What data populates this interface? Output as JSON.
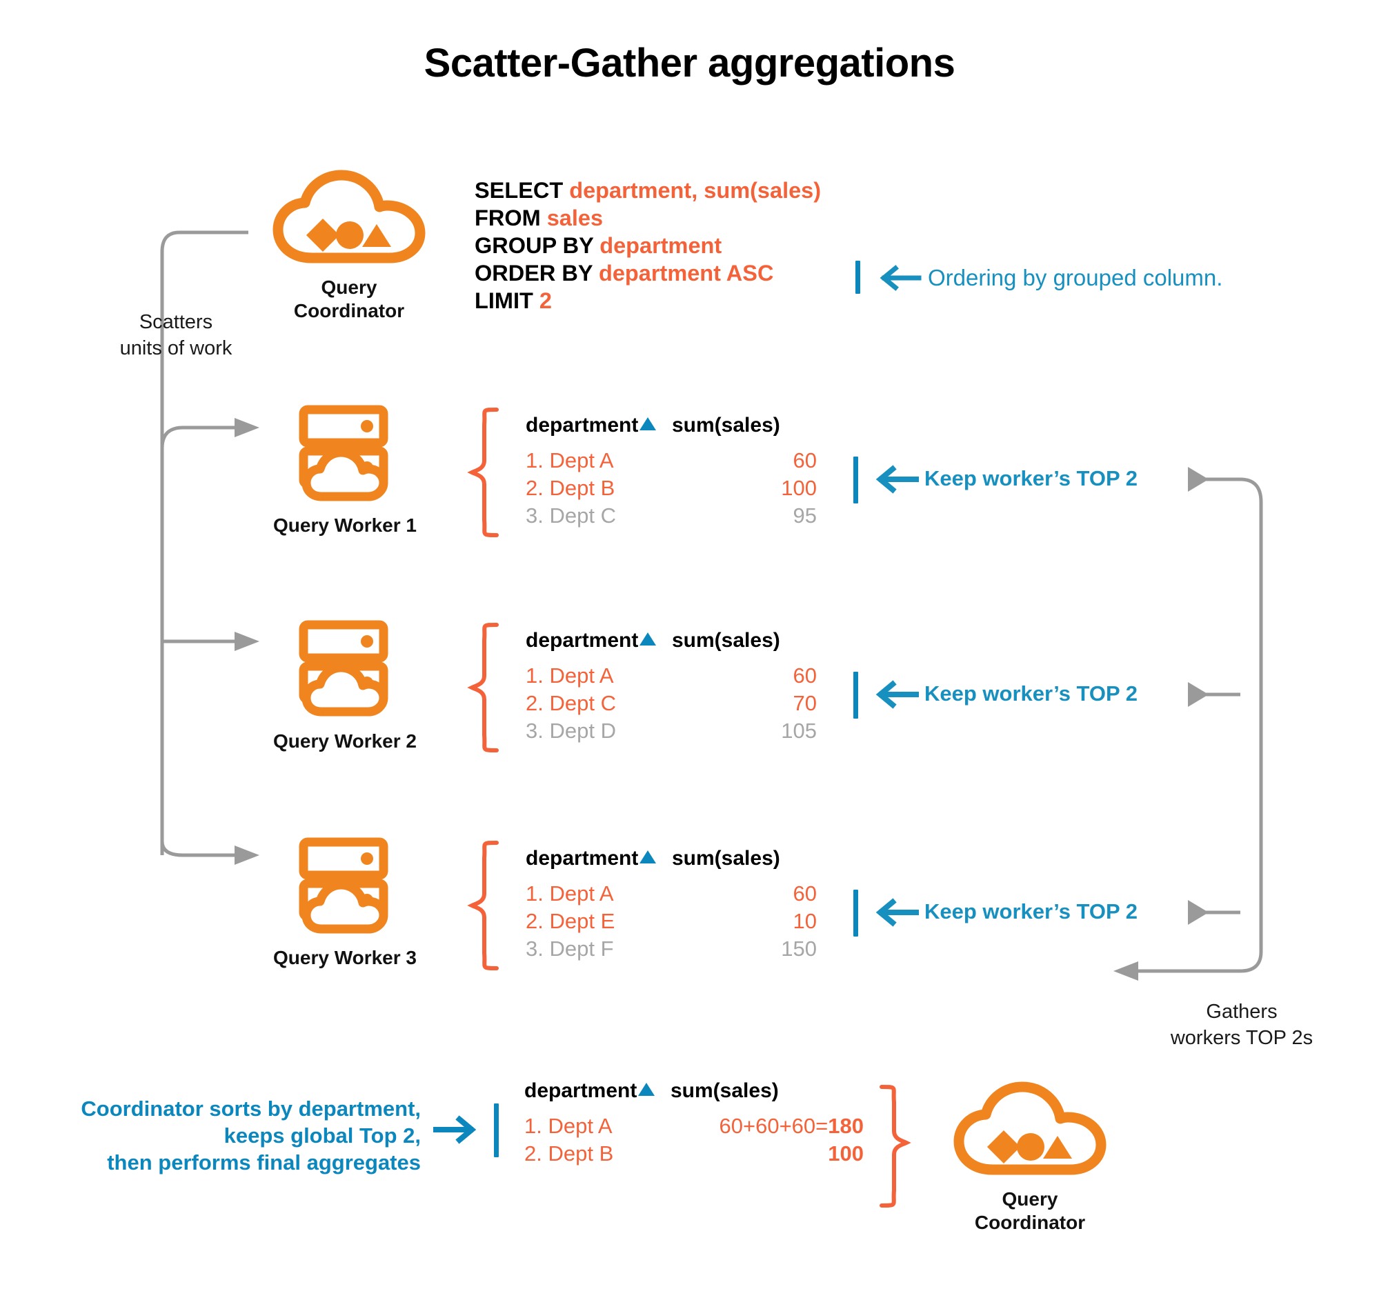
{
  "title": "Scatter-Gather aggregations",
  "colors": {
    "orange": "#f0851f",
    "orange_text": "#f4623a",
    "blue": "#0c87bd",
    "gray": "#a6a6a6",
    "black": "#000000"
  },
  "sql": {
    "lines": [
      {
        "keyword": "SELECT",
        "value": "department, sum(sales)"
      },
      {
        "keyword": "FROM",
        "value": "sales"
      },
      {
        "keyword": "GROUP BY",
        "value": "department"
      },
      {
        "keyword": "ORDER BY",
        "value": "department ASC"
      },
      {
        "keyword": "LIMIT",
        "value": "2"
      }
    ]
  },
  "coordinator_top": {
    "label_line1": "Query",
    "label_line2": "Coordinator",
    "icon": "cloud-shapes-icon"
  },
  "coordinator_bottom": {
    "label_line1": "Query",
    "label_line2": "Coordinator",
    "icon": "cloud-shapes-icon"
  },
  "scatter_note": {
    "line1": "Scatters",
    "line2": "units of work"
  },
  "gather_note": {
    "line1": "Gathers",
    "line2": "workers TOP 2s"
  },
  "sql_annotation": "Ordering by grouped column.",
  "table_headers": {
    "department": "department",
    "sum_sales": "sum(sales)"
  },
  "workers": [
    {
      "label": "Query Worker 1",
      "icon": "server-cloud-icon",
      "annotation": "Keep worker’s TOP 2",
      "rows": [
        {
          "rank": "1.",
          "department": "Dept A",
          "value": "60",
          "kept": true
        },
        {
          "rank": "2.",
          "department": "Dept B",
          "value": "100",
          "kept": true
        },
        {
          "rank": "3.",
          "department": "Dept C",
          "value": "95",
          "kept": false
        }
      ]
    },
    {
      "label": "Query Worker 2",
      "icon": "server-cloud-icon",
      "annotation": "Keep worker’s TOP 2",
      "rows": [
        {
          "rank": "1.",
          "department": "Dept A",
          "value": "60",
          "kept": true
        },
        {
          "rank": "2.",
          "department": "Dept C",
          "value": "70",
          "kept": true
        },
        {
          "rank": "3.",
          "department": "Dept D",
          "value": "105",
          "kept": false
        }
      ]
    },
    {
      "label": "Query Worker 3",
      "icon": "server-cloud-icon",
      "annotation": "Keep worker’s TOP 2",
      "rows": [
        {
          "rank": "1.",
          "department": "Dept A",
          "value": "60",
          "kept": true
        },
        {
          "rank": "2.",
          "department": "Dept E",
          "value": "10",
          "kept": true
        },
        {
          "rank": "3.",
          "department": "Dept F",
          "value": "150",
          "kept": false
        }
      ]
    }
  ],
  "final": {
    "note_line1": "Coordinator sorts by department,",
    "note_line2": "keeps global Top 2,",
    "note_line3": "then performs final aggregates",
    "rows": [
      {
        "rank": "1.",
        "department": "Dept A",
        "expr": "60+60+60=",
        "total": "180"
      },
      {
        "rank": "2.",
        "department": "Dept B",
        "expr": "",
        "total": "100"
      }
    ]
  }
}
